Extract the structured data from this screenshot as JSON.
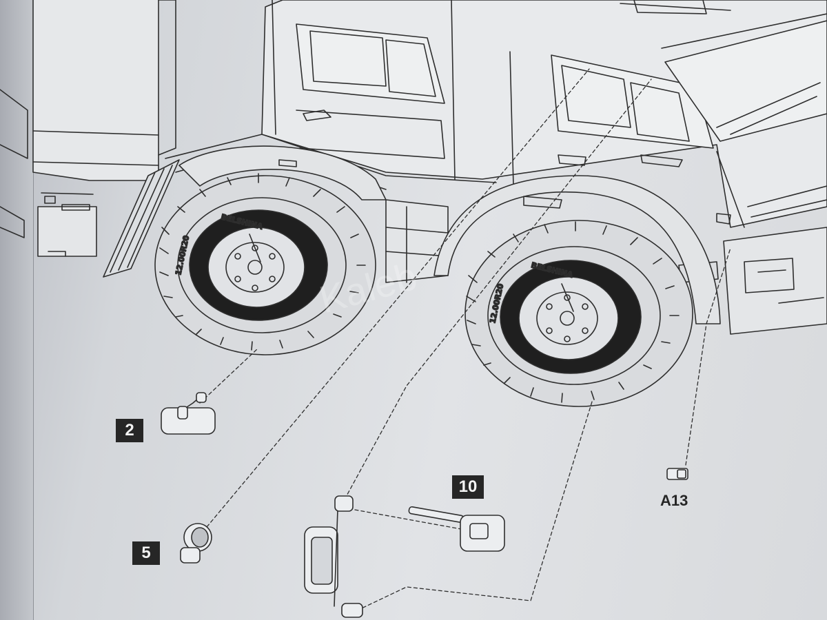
{
  "instructions": {
    "callouts": [
      {
        "number": "2",
        "part": "side mirror"
      },
      {
        "number": "5",
        "part": "round lamp"
      },
      {
        "number": "10",
        "part": "mirror arm"
      }
    ],
    "part_labels": [
      "A13"
    ],
    "tire_brand": "BELSHINA",
    "tire_size_left": "12.00R20",
    "tire_size_right": "12.00R20",
    "watermark": "Kaleb",
    "colors": {
      "ink": "#262626",
      "paper": "#e1e3e6",
      "callout_bg": "#262626"
    }
  }
}
